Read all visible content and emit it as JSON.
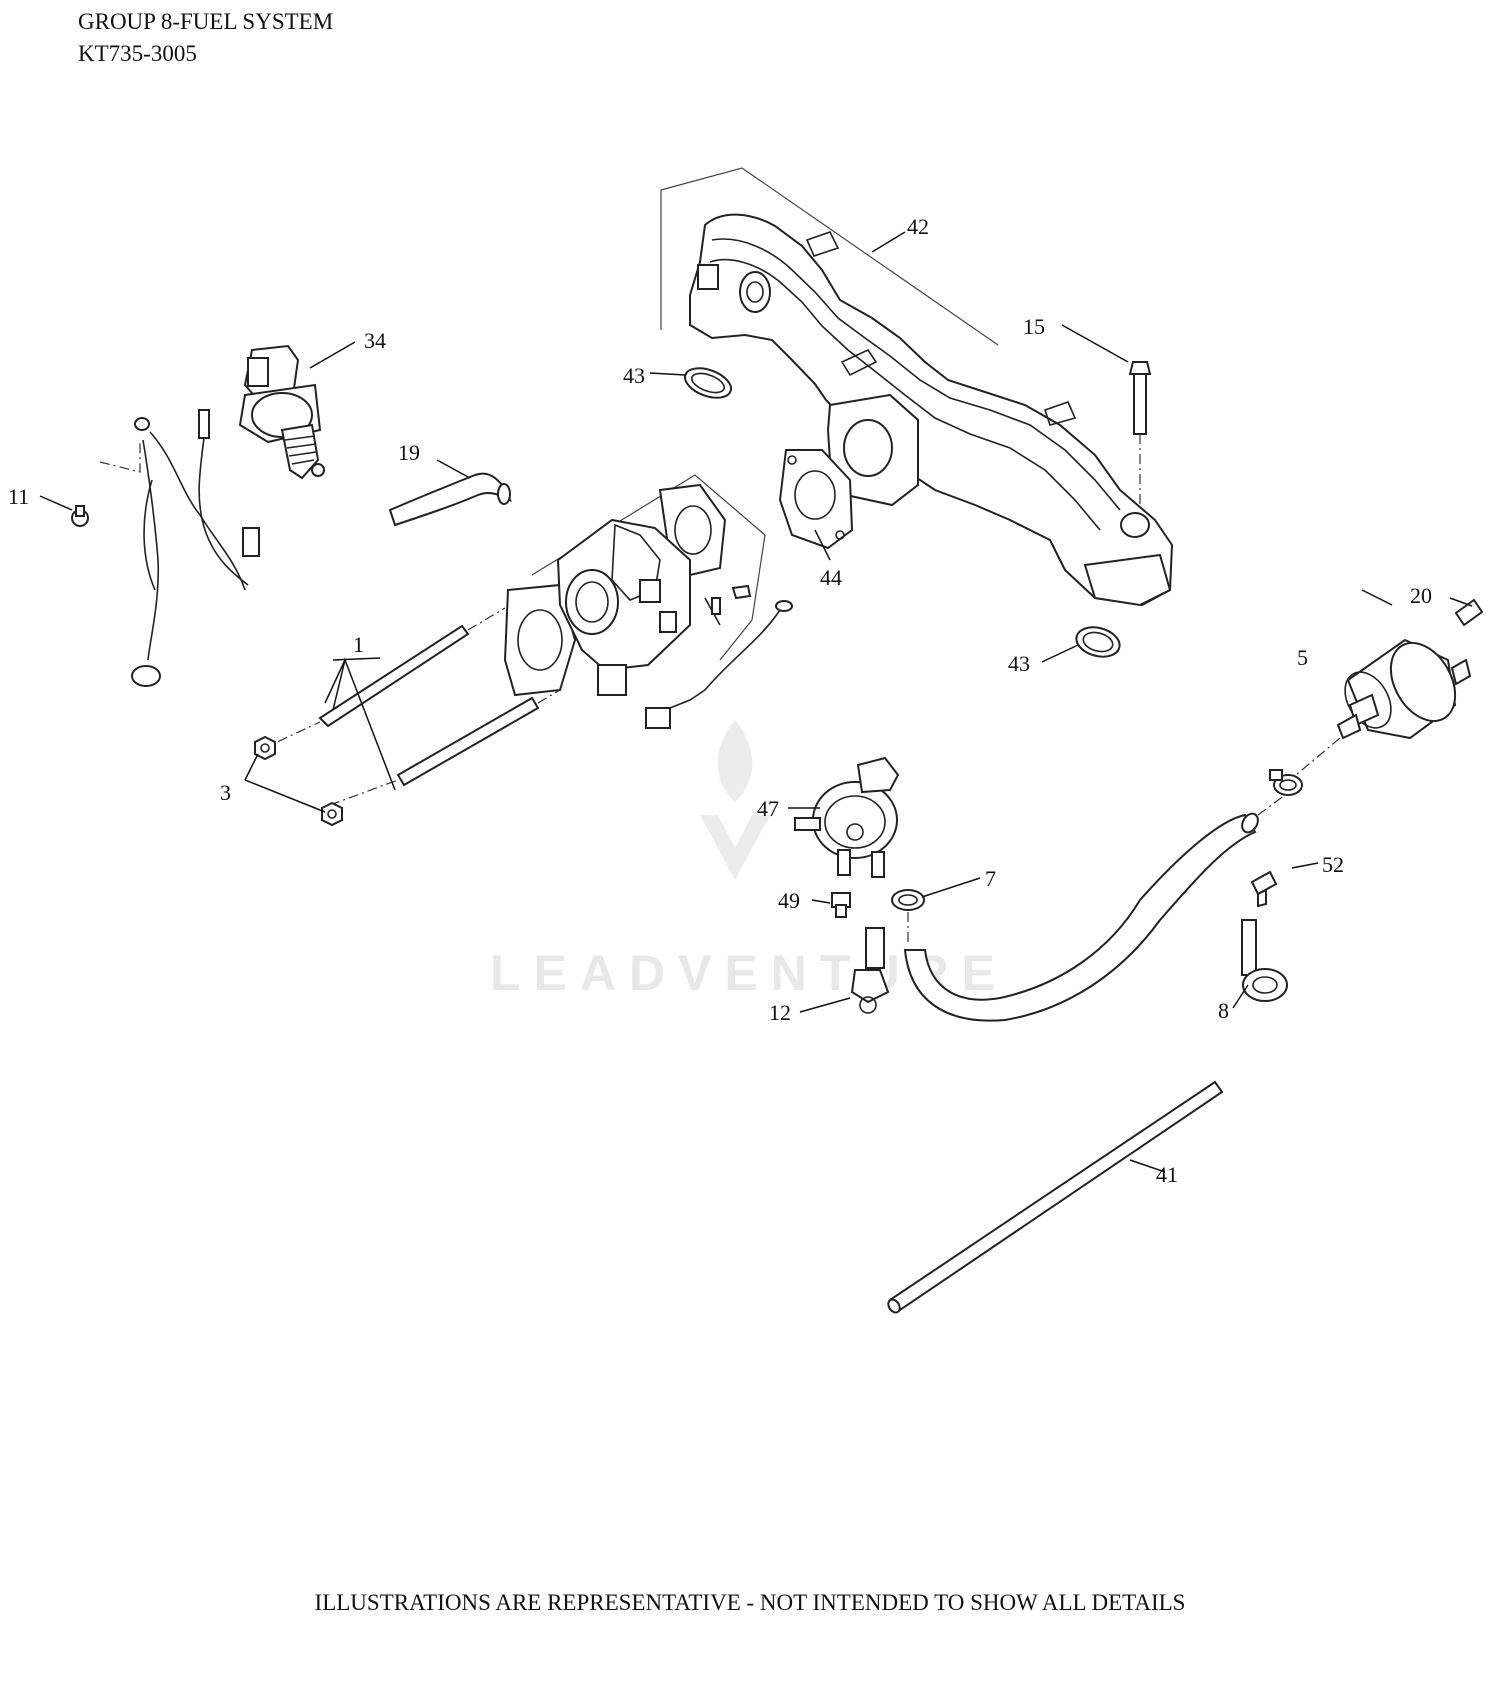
{
  "header": {
    "title": "GROUP 8-FUEL SYSTEM",
    "model": "KT735-3005"
  },
  "footer": {
    "note": "ILLUSTRATIONS ARE REPRESENTATIVE - NOT INTENDED TO SHOW ALL DETAILS"
  },
  "watermark": {
    "text": "LEADVENTURE"
  },
  "callouts": {
    "c1": "1",
    "c3": "3",
    "c5": "5",
    "c7": "7",
    "c8": "8",
    "c11": "11",
    "c12": "12",
    "c15": "15",
    "c19": "19",
    "c20": "20",
    "c34": "34",
    "c41": "41",
    "c42": "42",
    "c43a": "43",
    "c43b": "43",
    "c44": "44",
    "c47": "47",
    "c49": "49",
    "c52": "52"
  }
}
